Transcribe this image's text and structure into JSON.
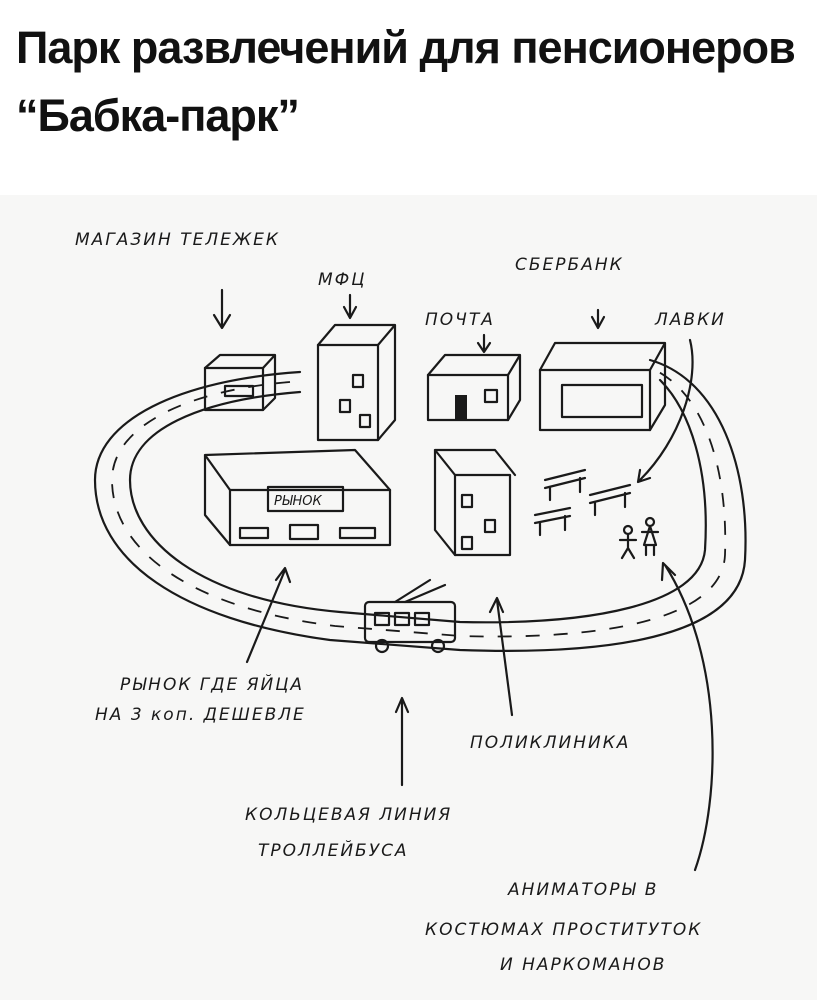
{
  "title": "Парк развлечений для пенсионеров “Бабка-парк”",
  "labels": {
    "cart_shop": "МАГАЗИН ТЕЛЕЖЕК",
    "mfc": "МФЦ",
    "sberbank": "СБЕРБАНК",
    "post": "ПОЧТА",
    "benches": "ЛАВКИ",
    "market_sign": "РЫНОК",
    "market_line1": "РЫНОК ГДЕ ЯЙЦА",
    "market_line2": "НА 3 коп. ДЕШЕВЛЕ",
    "clinic": "ПОЛИКЛИНИКА",
    "trolley_line1": "КОЛЬЦЕВАЯ ЛИНИЯ",
    "trolley_line2": "ТРОЛЛЕЙБУСА",
    "animators_line1": "АНИМАТОРЫ В",
    "animators_line2": "КОСТЮМАХ ПРОСТИТУТОК",
    "animators_line3": "И НАРКОМАНОВ"
  }
}
